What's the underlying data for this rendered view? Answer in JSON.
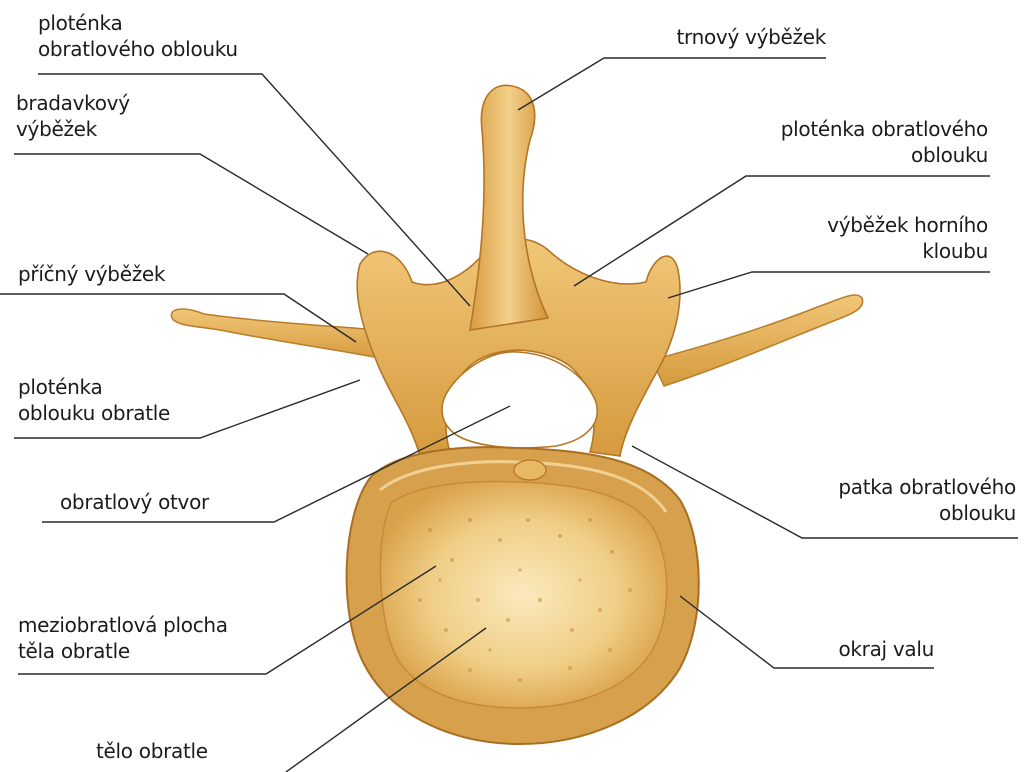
{
  "labels": {
    "lamina_top_left": {
      "lines": [
        "ploténka",
        "obratlového oblouku"
      ]
    },
    "mammillary_process": {
      "lines": [
        "bradavkový",
        "výběžek"
      ]
    },
    "transverse_process": {
      "lines": [
        "příčný výběžek"
      ]
    },
    "lamina_left": {
      "lines": [
        "ploténka",
        "oblouku obratle"
      ]
    },
    "vertebral_foramen": {
      "lines": [
        "obratlový otvor"
      ]
    },
    "intervertebral_surface": {
      "lines": [
        "meziobratlová plocha",
        "těla obratle"
      ]
    },
    "vertebral_body": {
      "lines": [
        "tělo obratle"
      ]
    },
    "spinous_process": {
      "lines": [
        "trnový výběžek"
      ]
    },
    "lamina_right": {
      "lines": [
        "ploténka obratlového",
        "oblouku"
      ]
    },
    "superior_articular_process": {
      "lines": [
        "výběžek horního",
        "kloubu"
      ]
    },
    "pedicle": {
      "lines": [
        "patka obratlového",
        "oblouku"
      ]
    },
    "rim": {
      "lines": [
        "okraj valu"
      ]
    }
  },
  "colors": {
    "bone": "#E8B45A",
    "bone_dark": "#C8892E",
    "bone_light": "#F6D99A",
    "line": "#2a2a2a",
    "text": "#1c1c1c"
  }
}
